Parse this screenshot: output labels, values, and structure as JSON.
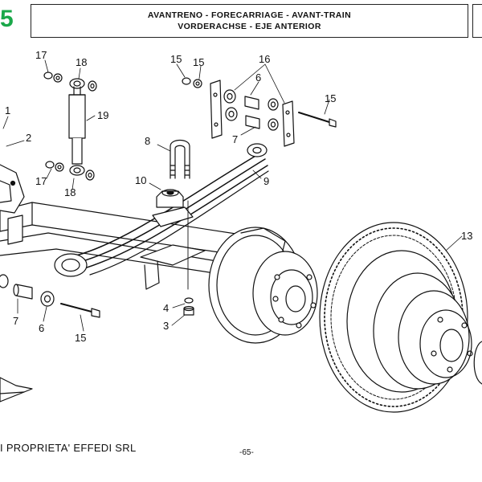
{
  "header": {
    "page_number": "5",
    "title_line1": "AVANTRENO - FORECARRIAGE - AVANT-TRAIN",
    "title_line2": "VORDERACHSE - EJE ANTERIOR"
  },
  "callouts": {
    "c1": "1",
    "c2": "2",
    "c3": "3",
    "c4": "4",
    "c6a": "6",
    "c6b": "6",
    "c7a": "7",
    "c7b": "7",
    "c8": "8",
    "c9": "9",
    "c10": "10",
    "c13": "13",
    "c15a": "15",
    "c15b": "15",
    "c15c": "15",
    "c15d": "15",
    "c16": "16",
    "c17a": "17",
    "c17b": "17",
    "c18a": "18",
    "c18b": "18",
    "c19": "19"
  },
  "footer": {
    "copyright": "I PROPRIETA' EFFEDI SRL",
    "page": "-65-"
  }
}
